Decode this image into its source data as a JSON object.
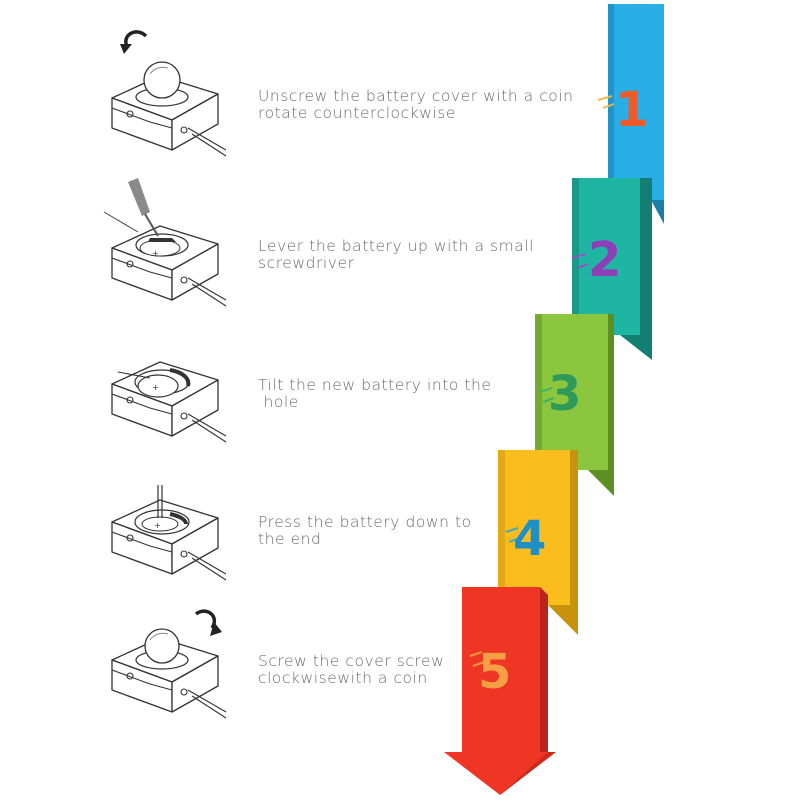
{
  "steps": [
    {
      "number": "1",
      "line1": "Unscrew the battery cover with a coin",
      "line2": "rotate counterclockwise",
      "color": "#29aee8",
      "shadow": "#1a7fa8"
    },
    {
      "number": "2",
      "line1": "Lever the battery up with a small",
      "line2": "screwdriver",
      "color": "#1fb5a3",
      "shadow": "#137f73"
    },
    {
      "number": "3",
      "line1": "Tilt the new battery into the",
      "line2": " hole",
      "color": "#8cc63f",
      "shadow": "#5e8f25"
    },
    {
      "number": "4",
      "line1": "Press the battery down to",
      "line2": "the end",
      "color": "#f9be1d",
      "shadow": "#c8920c"
    },
    {
      "number": "5",
      "line1": "Screw the cover screw",
      "line2": "clockwisewith a coin",
      "color": "#ef3524",
      "shadow": "#b8251a"
    }
  ],
  "icons": {
    "rotate_ccw": "rotate-counterclockwise-icon",
    "rotate_cw": "rotate-clockwise-icon"
  }
}
